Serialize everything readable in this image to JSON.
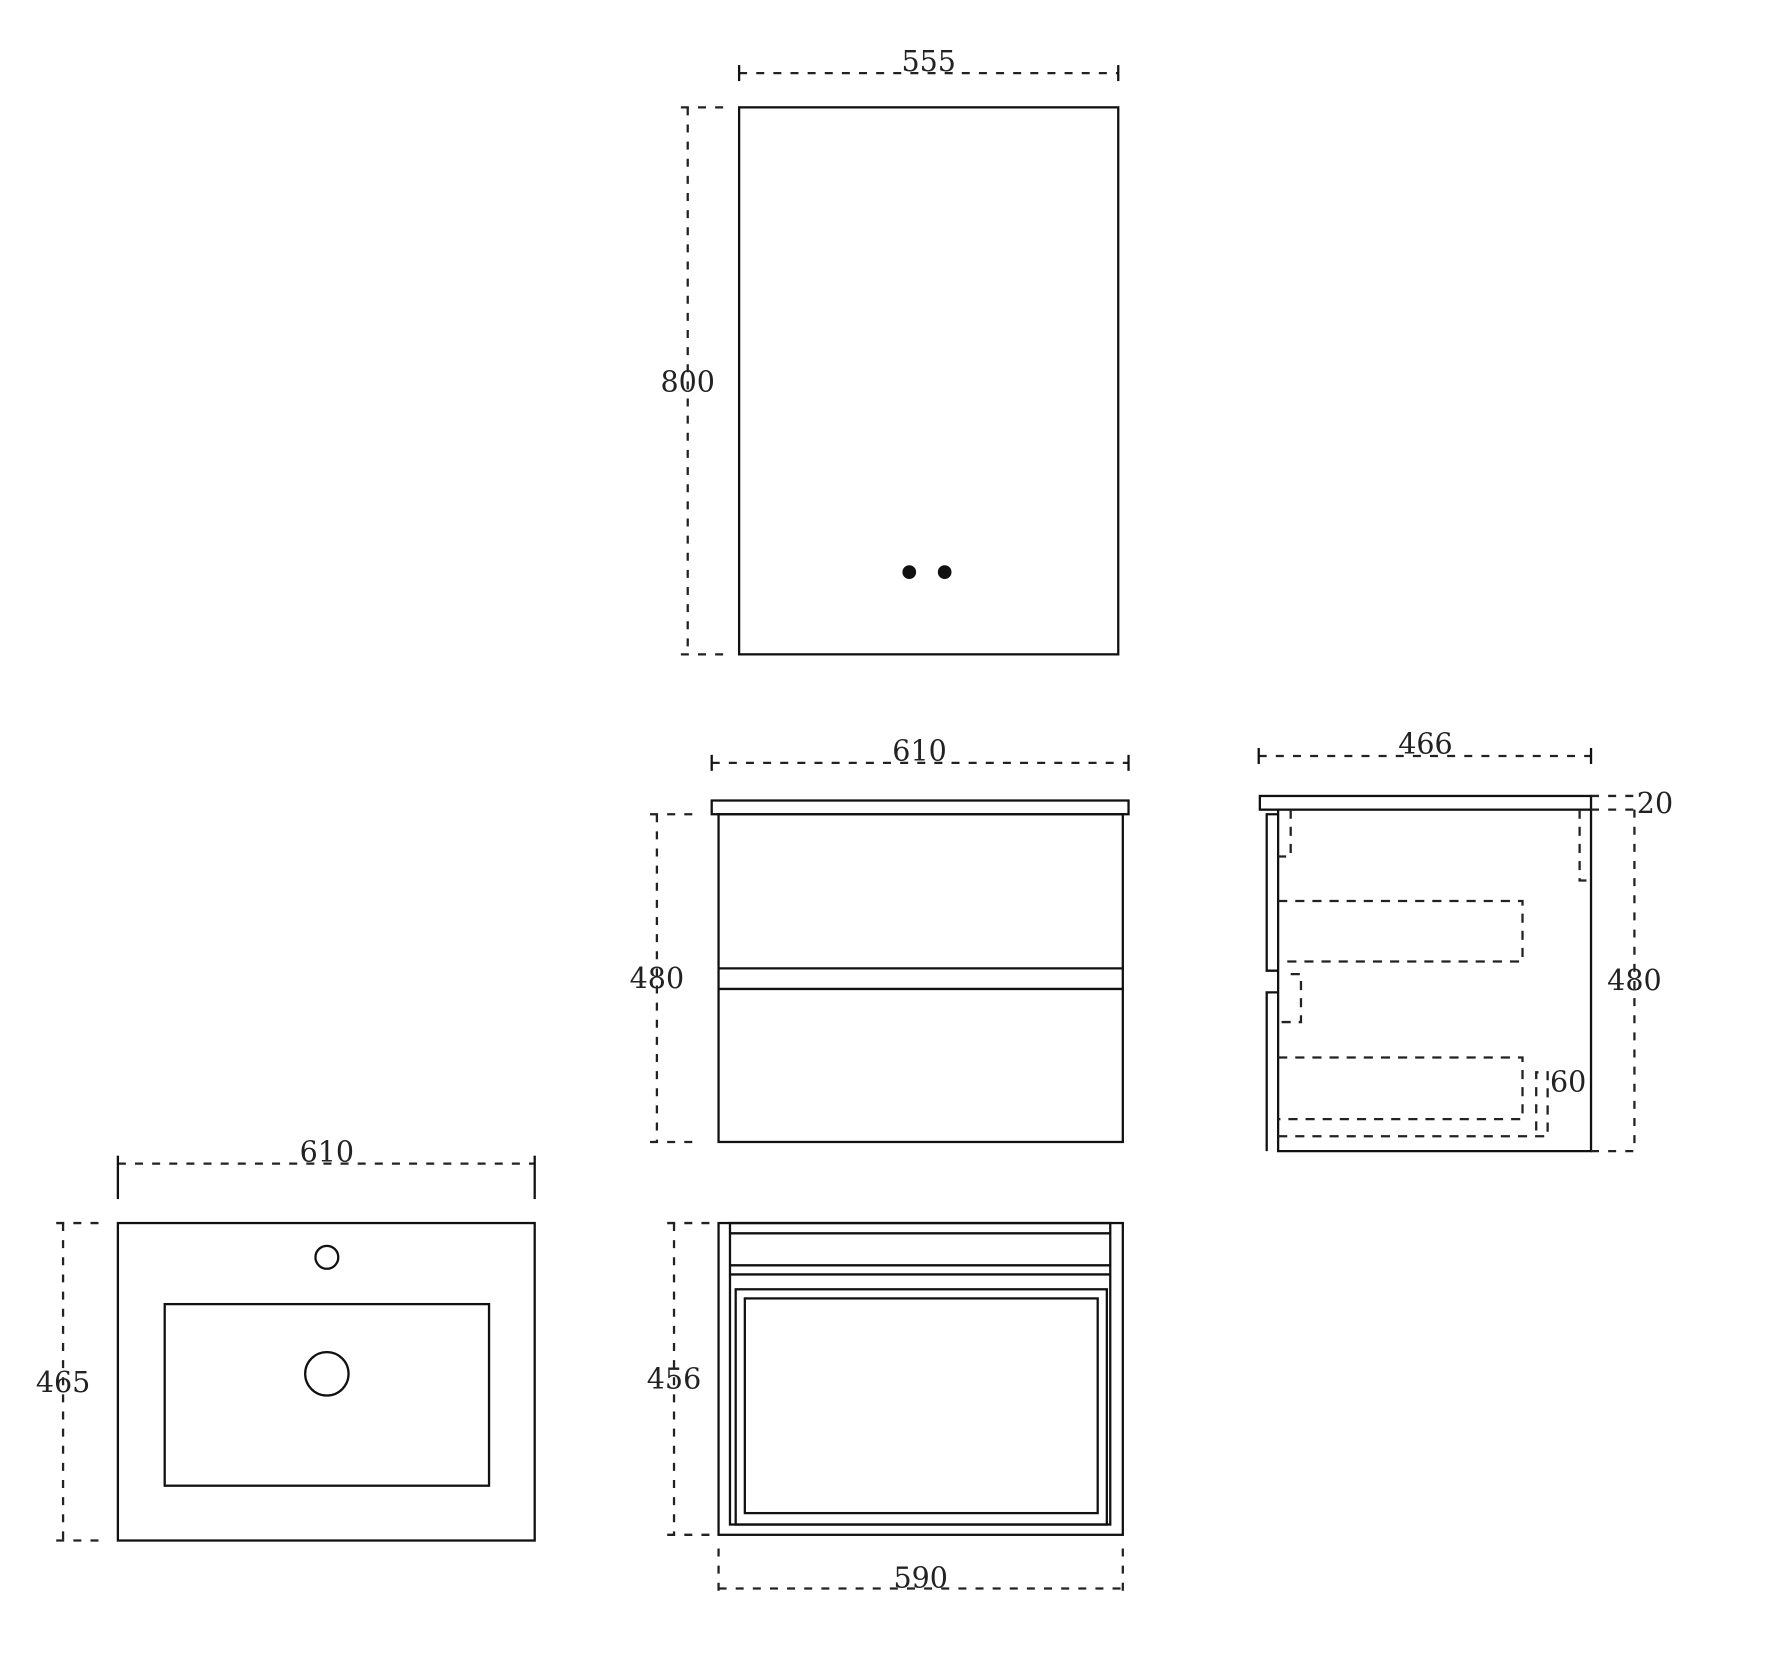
{
  "drawing": {
    "mirror": {
      "width": "555",
      "height": "800"
    },
    "cabinet_front": {
      "width": "610",
      "height": "480"
    },
    "cabinet_side": {
      "depth": "466",
      "top_thickness": "20",
      "height": "480",
      "kick": "60"
    },
    "basin_top": {
      "width": "610",
      "depth": "465"
    },
    "cabinet_top_view": {
      "depth": "456",
      "width": "590"
    }
  },
  "colors": {
    "line": "#111111",
    "background": "#ffffff"
  }
}
